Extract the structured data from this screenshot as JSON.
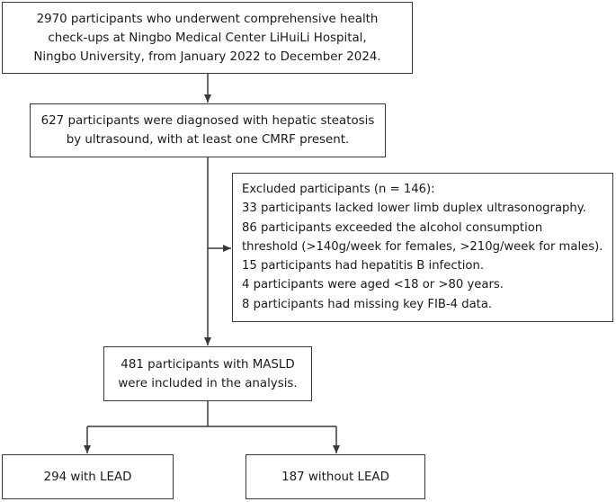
{
  "flowchart": {
    "screened": {
      "lines": [
        "2970 participants who underwent comprehensive health",
        "check-ups at Ningbo Medical Center LiHuiLi Hospital,",
        "Ningbo University, from January 2022 to December 2024."
      ]
    },
    "diagnosed": {
      "lines": [
        "627 participants were diagnosed with hepatic steatosis",
        "by ultrasound, with at least one CMRF present."
      ]
    },
    "excluded": {
      "lines": [
        "Excluded participants (n = 146):",
        "33 participants lacked lower limb duplex ultrasonography.",
        "86 participants exceeded the alcohol consumption",
        "threshold (>140g/week for females, >210g/week for males).",
        "15 participants had hepatitis B infection.",
        "4 participants were aged <18 or >80 years.",
        "8 participants had missing key FIB-4 data."
      ]
    },
    "included": {
      "lines": [
        "481 participants with MASLD",
        "were included in the analysis."
      ]
    },
    "with_lead": {
      "label": "294 with LEAD"
    },
    "without_lead": {
      "label": "187 without LEAD"
    }
  },
  "colors": {
    "border": "#3a3a3a",
    "connector": "#3a3a3a",
    "text": "#1a1a1a",
    "background": "#ffffff"
  }
}
